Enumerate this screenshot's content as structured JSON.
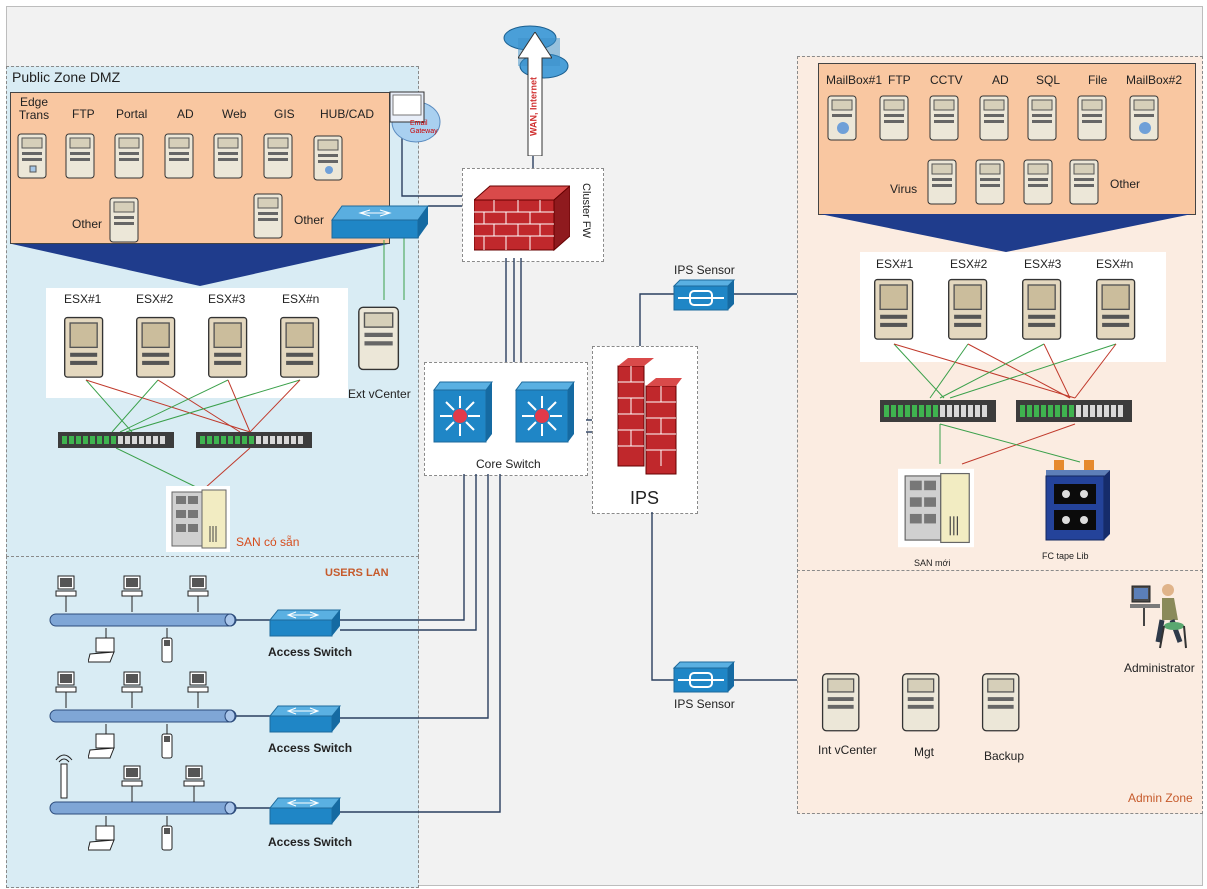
{
  "zones": {
    "dmz": "Public Zone DMZ",
    "users_lan": "USERS LAN",
    "admin": "Admin Zone"
  },
  "dmz": {
    "servers": [
      "Edge Trans",
      "FTP",
      "Portal",
      "AD",
      "Web",
      "GIS",
      "HUB/CAD"
    ],
    "other_left": "Other",
    "other_right": "Other",
    "email_gateway": "Email Gateway",
    "esx": [
      "ESX#1",
      "ESX#2",
      "ESX#3",
      "ESX#n"
    ],
    "ext_vcenter": "Ext vCenter",
    "san": "SAN có sẵn"
  },
  "core": {
    "wan": "WAN, Internet",
    "cluster_fw": "Cluster FW",
    "core_switch": "Core Switch",
    "ips": "IPS",
    "ips_sensor_top": "IPS Sensor",
    "ips_sensor_bottom": "IPS Sensor"
  },
  "users": {
    "access_switch_1": "Access Switch",
    "access_switch_2": "Access Switch",
    "access_switch_3": "Access Switch"
  },
  "internal": {
    "servers": [
      "MailBox#1",
      "FTP",
      "CCTV",
      "AD",
      "SQL",
      "File",
      "MailBox#2"
    ],
    "virus": "Virus",
    "other": "Other",
    "esx": [
      "ESX#1",
      "ESX#2",
      "ESX#3",
      "ESX#n"
    ],
    "san_moi": "SAN mới",
    "fc_tape": "FC tape Lib"
  },
  "admin": {
    "administrator": "Administrator",
    "int_vcenter": "Int vCenter",
    "mgt": "Mgt",
    "backup": "Backup"
  },
  "colors": {
    "dmz_bg": "#d9ecf4",
    "server_block": "#f9c7a1",
    "admin_bg": "#fbece1",
    "triangle": "#1f3c8c",
    "red_link": "#c0392b",
    "green_link": "#3aa04a",
    "san_label": "#d64c1c",
    "zone_label": "#c65a2b"
  },
  "icons": [
    "server-icon",
    "router-icon",
    "firewall-icon",
    "switch-icon",
    "workstation-icon",
    "laptop-icon",
    "phone-icon",
    "wireless-ap-icon",
    "san-storage-icon",
    "tape-library-icon",
    "administrator-icon",
    "email-gateway-icon",
    "ips-sensor-icon",
    "fc-switch-icon"
  ]
}
